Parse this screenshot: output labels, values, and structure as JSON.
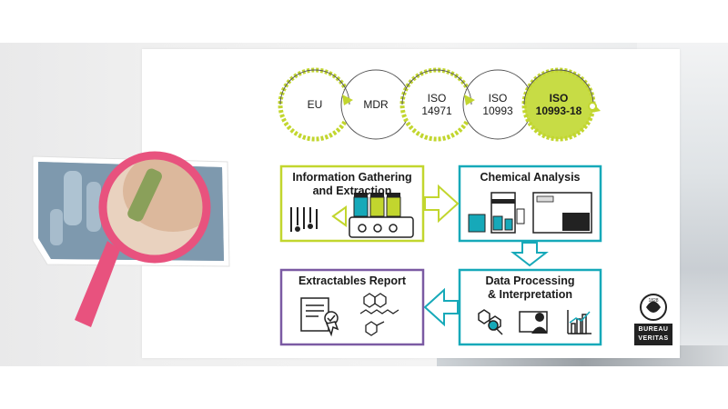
{
  "regulations": [
    {
      "label": "EU"
    },
    {
      "label": "MDR"
    },
    {
      "label": "ISO\n14971"
    },
    {
      "label": "ISO\n10993"
    },
    {
      "label": "ISO\n10993-18"
    }
  ],
  "steps": {
    "info": {
      "title": "Information Gathering\nand Extraction"
    },
    "chem": {
      "title": "Chemical Analysis"
    },
    "data": {
      "title": "Data Processing\n& Interpretation"
    },
    "report": {
      "title": "Extractables Report"
    }
  },
  "logo": {
    "line1": "BUREAU",
    "line2": "VERITAS",
    "year": "1828"
  },
  "colors": {
    "green": "#c2d62e",
    "teal": "#16a9b9",
    "purple": "#7b5aa3",
    "pink": "#e8527e",
    "highlight": "#c7dc45"
  }
}
